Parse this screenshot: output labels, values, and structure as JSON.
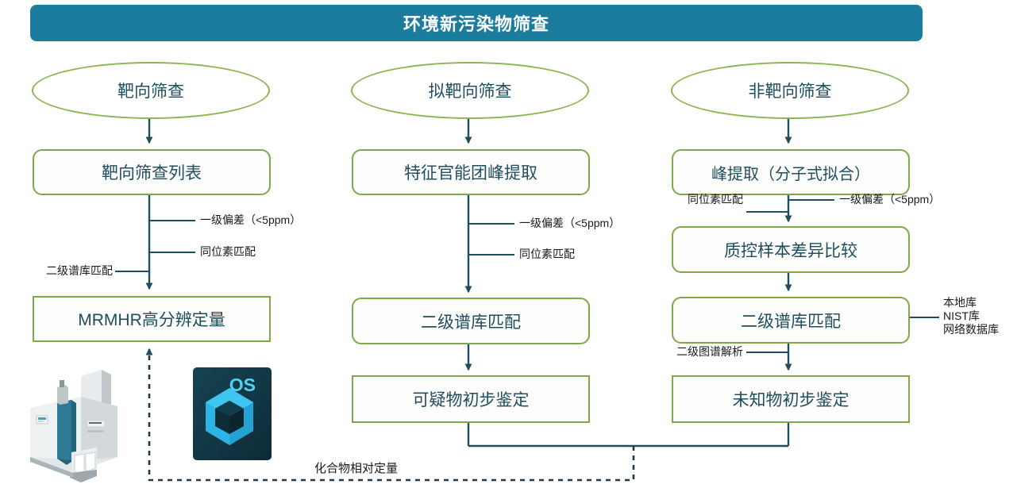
{
  "header": {
    "title": "环境新污染物筛查"
  },
  "colors": {
    "title_bar": "#1b7c9e",
    "box_border": "#7fa949",
    "ellipse_border": "#8cb44f",
    "node_text": "#1f4e5e",
    "connector": "#1f4e5e",
    "label_text": "#1a1a1a"
  },
  "columns": [
    {
      "id": "targeted",
      "start": {
        "label": "靶向筛查"
      },
      "nodes": [
        {
          "label": "靶向筛查列表"
        },
        {
          "label": "MRMHR高分辨定量"
        }
      ],
      "edge_labels": [
        {
          "text": "一级偏差（<5ppm）",
          "side": "right"
        },
        {
          "text": "同位素匹配",
          "side": "right"
        },
        {
          "text": "二级谱库匹配",
          "side": "left"
        }
      ]
    },
    {
      "id": "suspect",
      "start": {
        "label": "拟靶向筛查"
      },
      "nodes": [
        {
          "label": "特征官能团峰提取"
        },
        {
          "label": "二级谱库匹配"
        },
        {
          "label": "可疑物初步鉴定"
        }
      ],
      "edge_labels": [
        {
          "text": "一级偏差（<5ppm）",
          "side": "right"
        },
        {
          "text": "同位素匹配",
          "side": "right"
        }
      ]
    },
    {
      "id": "nontargeted",
      "start": {
        "label": "非靶向筛查"
      },
      "nodes": [
        {
          "label": "峰提取（分子式拟合）"
        },
        {
          "label": "质控样本差异比较"
        },
        {
          "label": "二级谱库匹配"
        },
        {
          "label": "未知物初步鉴定"
        }
      ],
      "edge_labels": [
        {
          "text": "同位素匹配",
          "side": "left"
        },
        {
          "text": "一级偏差（<5ppm）",
          "side": "right"
        },
        {
          "text": "二级图谱解析",
          "side": "left"
        }
      ],
      "database_note": "本地库\nNIST库\n网络数据库",
      "database_note_lines": [
        "本地库",
        "NIST库",
        "网络数据库"
      ]
    }
  ],
  "feedback": {
    "label": "化合物相对定量"
  },
  "assets": {
    "instrument": "mass-spectrometer-photo",
    "software_logo": {
      "caption": "OS"
    }
  }
}
